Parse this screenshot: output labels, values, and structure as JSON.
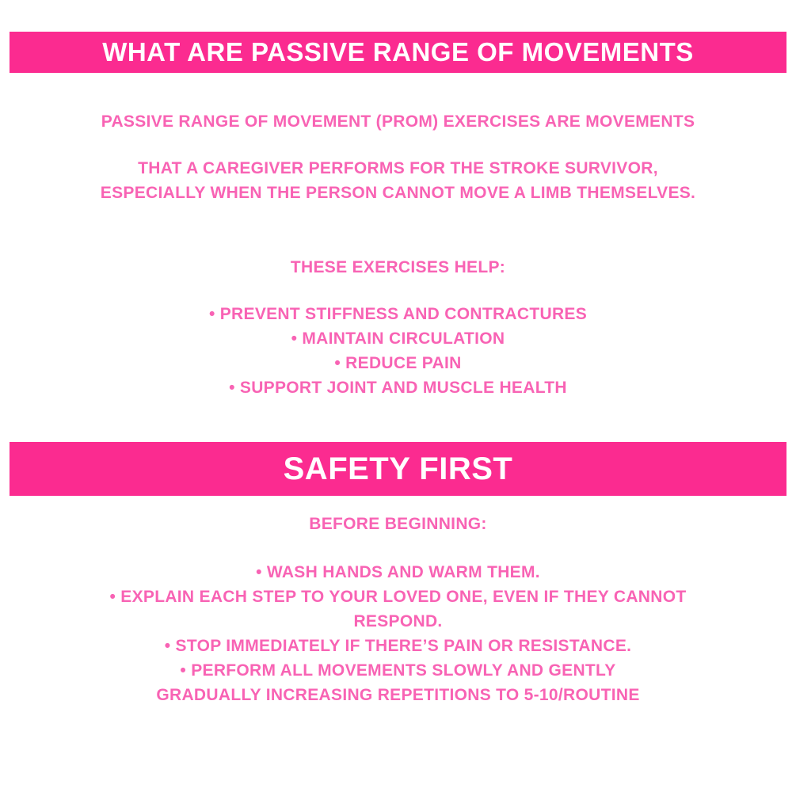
{
  "colors": {
    "background": "#ffffff",
    "banner_background": "#fb2b90",
    "banner_text": "#ffffff",
    "body_text": "#f863b4"
  },
  "intro": {
    "banner_title": "WHAT ARE PASSIVE RANGE OF MOVEMENTS",
    "lead": "PASSIVE RANGE OF MOVEMENT  (PROM) EXERCISES ARE MOVEMENTS",
    "description_line1": "THAT A CAREGIVER PERFORMS FOR THE STROKE SURVIVOR,",
    "description_line2": "ESPECIALLY WHEN THE PERSON CANNOT MOVE A LIMB THEMSELVES.",
    "benefits_heading": "THESE EXERCISES HELP:",
    "benefits": [
      "• PREVENT STIFFNESS AND CONTRACTURES",
      "• MAINTAIN CIRCULATION",
      "• REDUCE PAIN",
      "• SUPPORT JOINT AND MUSCLE HEALTH"
    ]
  },
  "safety": {
    "banner_title": "SAFETY FIRST",
    "heading": "BEFORE BEGINNING:",
    "lines": [
      "• WASH HANDS AND WARM THEM.",
      "• EXPLAIN EACH STEP TO YOUR LOVED ONE, EVEN IF THEY CANNOT",
      "RESPOND.",
      "• STOP IMMEDIATELY IF THERE’S PAIN OR RESISTANCE.",
      "• PERFORM ALL MOVEMENTS SLOWLY AND GENTLY",
      "GRADUALLY INCREASING REPETITIONS TO 5-10/ROUTINE"
    ]
  }
}
